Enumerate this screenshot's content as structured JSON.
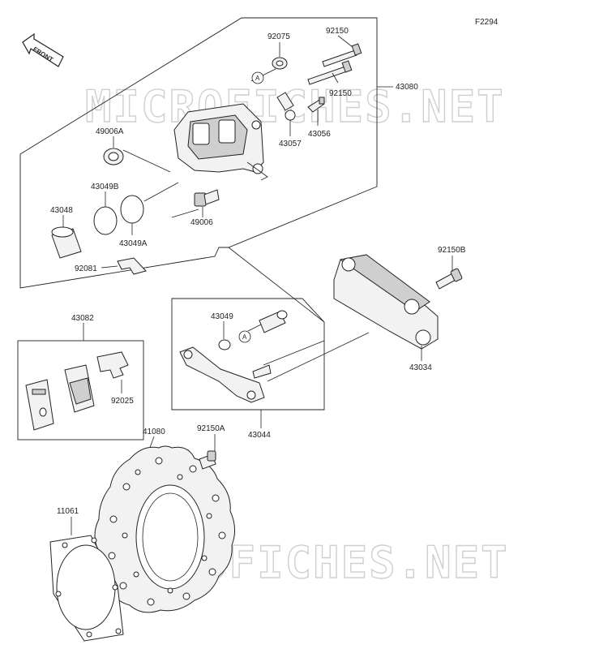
{
  "diagram_id": "F2294",
  "front_label": "FRONT",
  "watermark": "MICROFICHES.NET",
  "callout_letter": "A",
  "labels": {
    "p92075": "92075",
    "p92150_top": "92150",
    "p92150_mid": "92150",
    "p43080": "43080",
    "p49006A": "49006A",
    "p43057": "43057",
    "p43056": "43056",
    "p43049B": "43049B",
    "p43048": "43048",
    "p49006": "49006",
    "p43049A": "43049A",
    "p92081": "92081",
    "p92150B": "92150B",
    "p43082": "43082",
    "p43049": "43049",
    "p43034": "43034",
    "p92025": "92025",
    "p43044": "43044",
    "p41080": "41080",
    "p92150A": "92150A",
    "p11061": "11061"
  }
}
